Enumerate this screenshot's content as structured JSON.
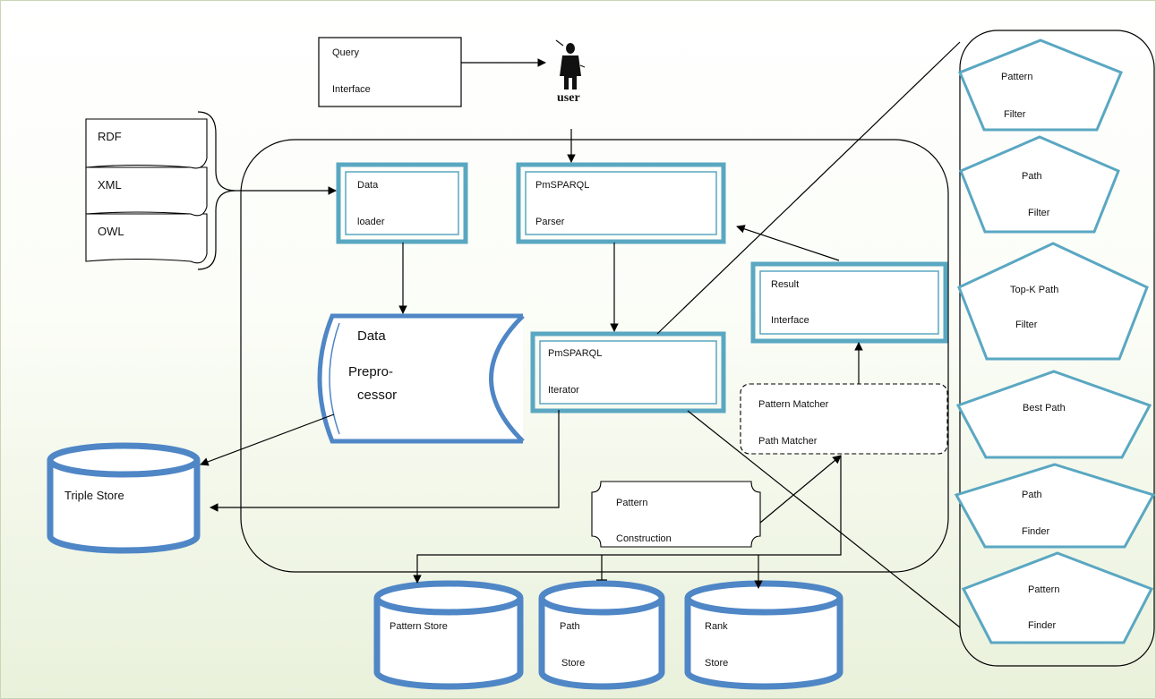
{
  "query_interface": {
    "line1": "Query",
    "line2": "Interface"
  },
  "user_label": "user",
  "sources": [
    "RDF",
    "XML",
    "OWL"
  ],
  "data_loader": {
    "line1": "Data",
    "line2": "loader"
  },
  "parser": {
    "line1": "PmSPARQL",
    "line2": "Parser"
  },
  "result_interface": {
    "line1": "Result",
    "line2": "Interface"
  },
  "preprocessor": {
    "line1": "Data",
    "line2": "Prepro-",
    "line3": "cessor"
  },
  "iterator": {
    "line1": "PmSPARQL",
    "line2": "Iterator"
  },
  "matcher": {
    "line1": "Pattern Matcher",
    "line2": "Path Matcher"
  },
  "pattern_construction": {
    "line1": "Pattern",
    "line2": "Construction"
  },
  "triple_store": "Triple Store",
  "stores": {
    "pattern": "Pattern Store",
    "path": {
      "line1": "Path",
      "line2": "Store"
    },
    "rank": {
      "line1": "Rank",
      "line2": "Store"
    }
  },
  "filters": {
    "pattern_filter": {
      "line1": "Pattern",
      "line2": "Filter"
    },
    "path_filter": {
      "line1": "Path",
      "line2": "Filter"
    },
    "topk_filter": {
      "line1": "Top-K Path",
      "line2": "Filter"
    },
    "best_path": "Best Path",
    "path_finder": {
      "line1": "Path",
      "line2": "Finder"
    },
    "pattern_finder": {
      "line1": "Pattern",
      "line2": "Finder"
    }
  },
  "colors": {
    "accent": "#4f86c6",
    "accent_light": "#5aa7c2",
    "background_bottom": "#e9f1db",
    "line": "#000000"
  }
}
